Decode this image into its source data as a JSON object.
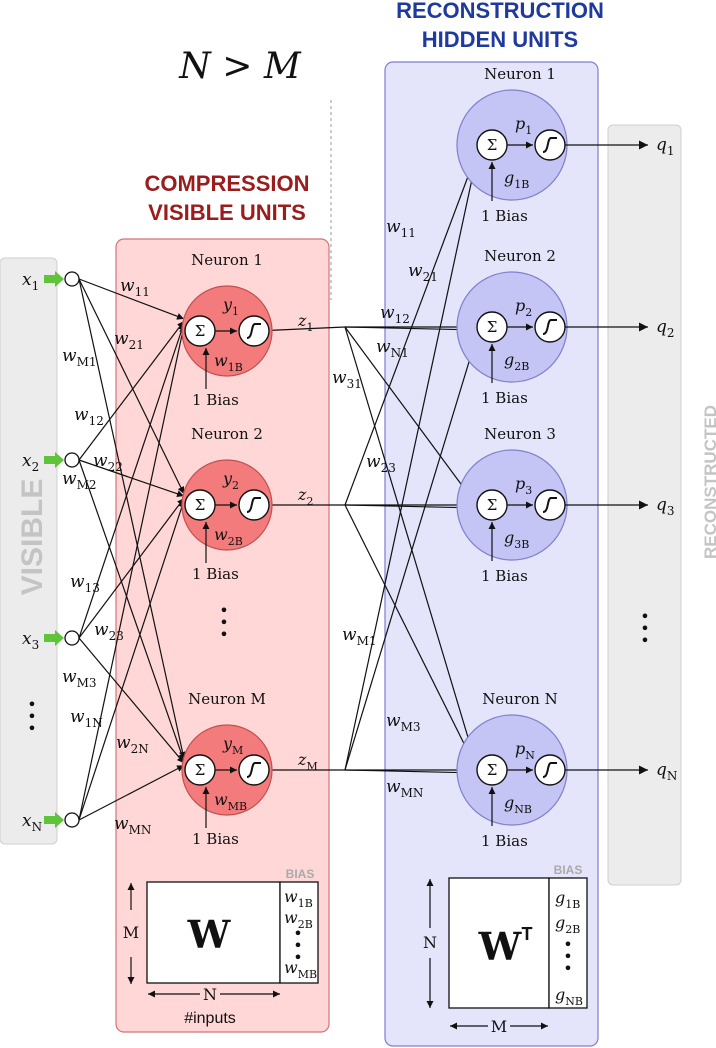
{
  "header": {
    "inequality": "N > M",
    "compression_line1": "COMPRESSION",
    "compression_line2": "VISIBLE UNITS",
    "reconstruction_line1": "RECONSTRUCTION",
    "reconstruction_line2": "HIDDEN UNITS"
  },
  "side_labels": {
    "visible": "VISIBLE",
    "reconstructed": "RECONSTRUCTED"
  },
  "colors": {
    "compression_title": "#9b1c1c",
    "reconstruction_title": "#1f3a9e",
    "compression_fill": "#ffd7d7",
    "compression_neuron": "#f47b7b",
    "reconstruction_fill": "#e4e4fb",
    "reconstruction_neuron": "#c4c4f5",
    "side_fill": "#ececec",
    "input_arrow": "#5fc43a"
  },
  "inputs": [
    {
      "base": "x",
      "sub": "1"
    },
    {
      "base": "x",
      "sub": "2"
    },
    {
      "base": "x",
      "sub": "3"
    },
    {
      "base": "x",
      "sub": "N"
    }
  ],
  "input_weights": [
    {
      "base": "w",
      "sub": "11"
    },
    {
      "base": "w",
      "sub": "21"
    },
    {
      "base": "w",
      "sub": "M1"
    },
    {
      "base": "w",
      "sub": "12"
    },
    {
      "base": "w",
      "sub": "22"
    },
    {
      "base": "w",
      "sub": "M2"
    },
    {
      "base": "w",
      "sub": "13"
    },
    {
      "base": "w",
      "sub": "23"
    },
    {
      "base": "w",
      "sub": "M3"
    },
    {
      "base": "w",
      "sub": "1N"
    },
    {
      "base": "w",
      "sub": "2N"
    },
    {
      "base": "w",
      "sub": "MN"
    }
  ],
  "hidden_weights": [
    {
      "base": "w",
      "sub": "11"
    },
    {
      "base": "w",
      "sub": "21"
    },
    {
      "base": "w",
      "sub": "12"
    },
    {
      "base": "w",
      "sub": "N1"
    },
    {
      "base": "w",
      "sub": "31"
    },
    {
      "base": "w",
      "sub": "23"
    },
    {
      "base": "w",
      "sub": "M1"
    },
    {
      "base": "w",
      "sub": "M3"
    },
    {
      "base": "w",
      "sub": "MN"
    }
  ],
  "compression_neurons": [
    {
      "title": "Neuron 1",
      "y_base": "y",
      "y_sub": "1",
      "w_base": "w",
      "w_sub": "1B",
      "z_base": "z",
      "z_sub": "1",
      "bias": "1  Bias"
    },
    {
      "title": "Neuron 2",
      "y_base": "y",
      "y_sub": "2",
      "w_base": "w",
      "w_sub": "2B",
      "z_base": "z",
      "z_sub": "2",
      "bias": "1  Bias"
    },
    {
      "title": "Neuron M",
      "y_base": "y",
      "y_sub": "M",
      "w_base": "w",
      "w_sub": "MB",
      "z_base": "z",
      "z_sub": "M",
      "bias": "1  Bias"
    }
  ],
  "reconstruction_neurons": [
    {
      "title": "Neuron 1",
      "p_base": "p",
      "p_sub": "1",
      "g_base": "g",
      "g_sub": "1B",
      "q_base": "q",
      "q_sub": "1",
      "bias": "1  Bias"
    },
    {
      "title": "Neuron 2",
      "p_base": "p",
      "p_sub": "2",
      "g_base": "g",
      "g_sub": "2B",
      "q_base": "q",
      "q_sub": "2",
      "bias": "1  Bias"
    },
    {
      "title": "Neuron 3",
      "p_base": "p",
      "p_sub": "3",
      "g_base": "g",
      "g_sub": "3B",
      "q_base": "q",
      "q_sub": "3",
      "bias": "1  Bias"
    },
    {
      "title": "Neuron N",
      "p_base": "p",
      "p_sub": "N",
      "g_base": "g",
      "g_sub": "NB",
      "q_base": "q",
      "q_sub": "N",
      "bias": "1  Bias"
    }
  ],
  "symbols": {
    "sum": "Σ",
    "dot": "•"
  },
  "compression_matrix": {
    "label": "W",
    "rows_label": "M",
    "cols_label": "N",
    "bias_label": "BIAS",
    "caption": "#inputs",
    "bias_entries": [
      {
        "base": "w",
        "sub": "1B"
      },
      {
        "base": "w",
        "sub": "2B"
      },
      {
        "base": "w",
        "sub": "MB"
      }
    ]
  },
  "reconstruction_matrix": {
    "label": "W",
    "label_sup": "T",
    "rows_label": "N",
    "cols_label": "M",
    "bias_label": "BIAS",
    "bias_entries": [
      {
        "base": "g",
        "sub": "1B"
      },
      {
        "base": "g",
        "sub": "2B"
      },
      {
        "base": "g",
        "sub": "NB"
      }
    ]
  }
}
